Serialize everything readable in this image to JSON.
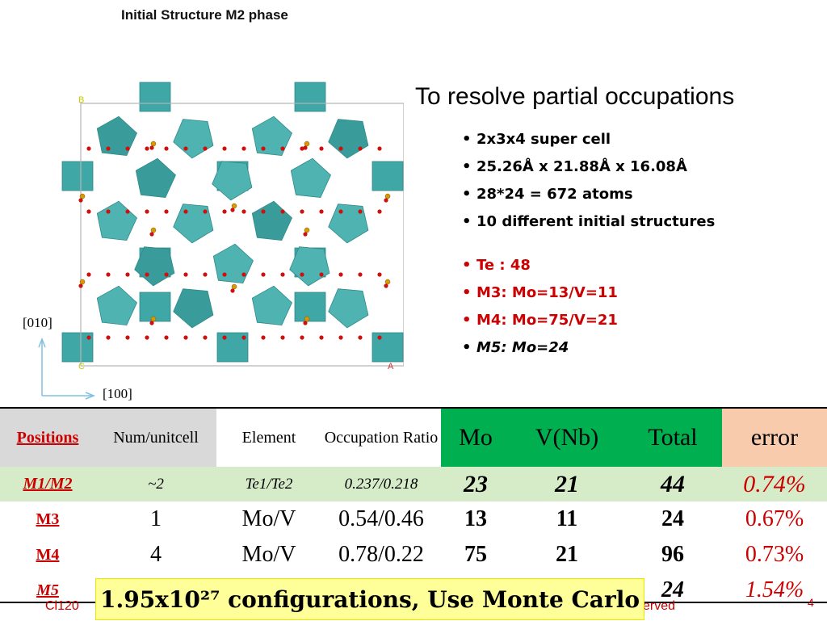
{
  "slide": {
    "title": "Initial Structure M2 phase",
    "heading": "To resolve partial occupations"
  },
  "figure": {
    "labels": {
      "b": "B",
      "c": "C",
      "a": "A",
      "axis_y": "[010]",
      "axis_x": "[100]"
    },
    "colors": {
      "polyhedra": "#3fa7a5",
      "oxygen": "#cc1111",
      "te": "#d99a00"
    }
  },
  "bullets": [
    "2x3x4 super cell",
    "25.26Å x 21.88Å x 16.08Å",
    "28*24 = 672 atoms",
    "10 different initial structures",
    "Te : 48",
    "M3: Mo=13/V=11",
    "M4: Mo=75/V=21",
    "M5: Mo=24"
  ],
  "table": {
    "headers": [
      "Positions",
      "Num/unitcell",
      "Element",
      "Occupation Ratio",
      "Mo",
      "V(Nb)",
      "Total",
      "error"
    ],
    "rows": [
      [
        "M1/M2",
        "~2",
        "Te1/Te2",
        "0.237/0.218",
        "23",
        "21",
        "44",
        "0.74%"
      ],
      [
        "M3",
        "1",
        "Mo/V",
        "0.54/0.46",
        "13",
        "11",
        "24",
        "0.67%"
      ],
      [
        "M4",
        "4",
        "Mo/V",
        "0.78/0.22",
        "75",
        "21",
        "96",
        "0.73%"
      ],
      [
        "M5",
        "",
        "",
        "",
        "",
        "",
        "24",
        "1.54%"
      ]
    ]
  },
  "footer": {
    "left": "Cl120",
    "right": "erved",
    "page": "4"
  },
  "callout": {
    "text": "1.95x10²⁷ configurations, Use Monte Carlo"
  }
}
